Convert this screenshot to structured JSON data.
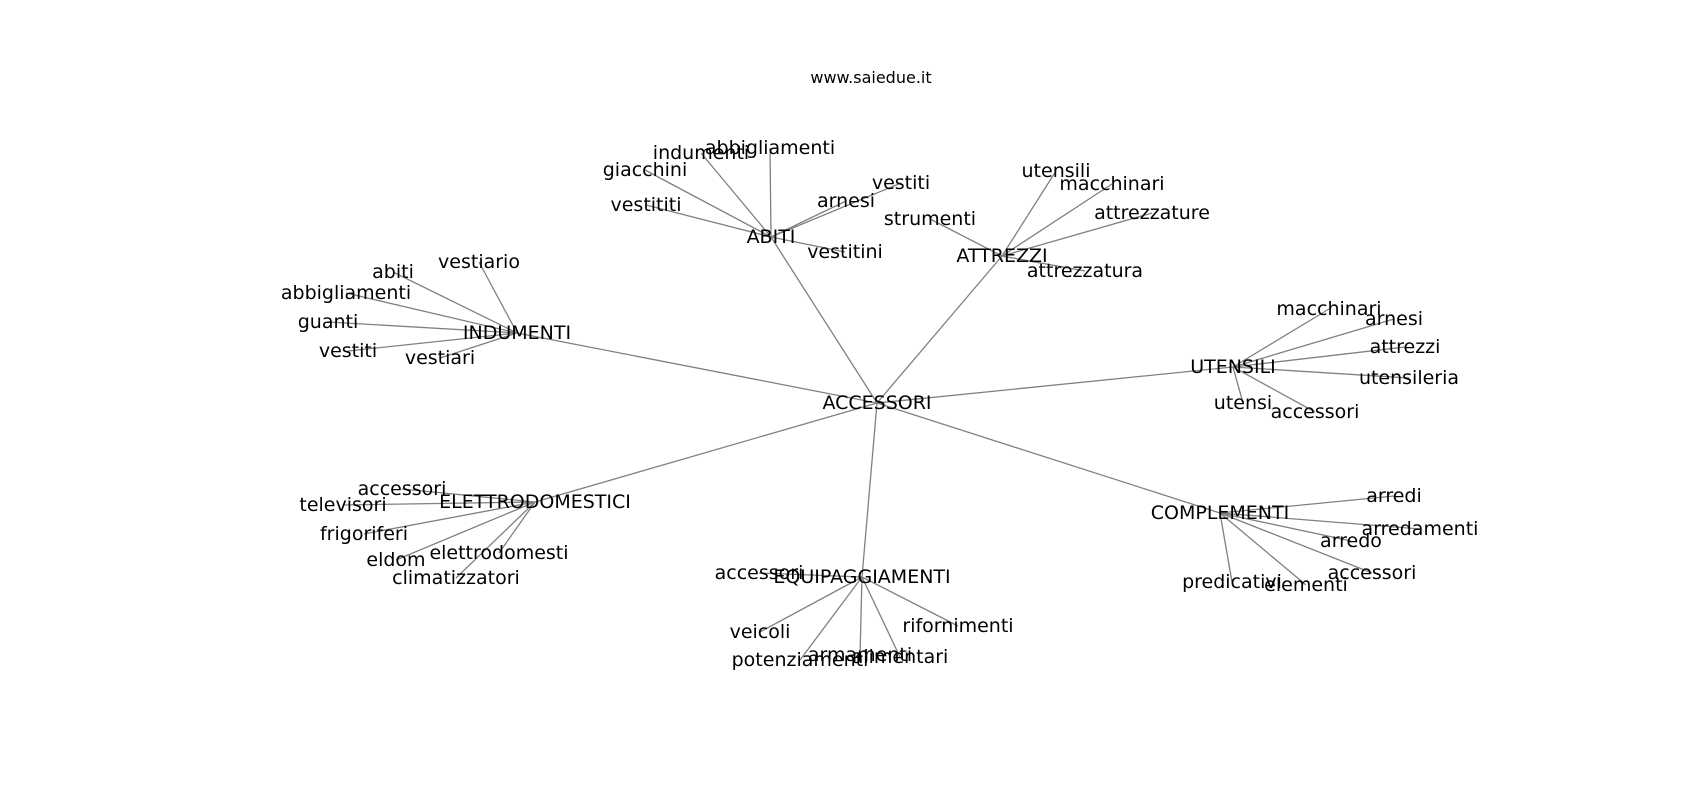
{
  "title": "www.saiedue.it",
  "edge_color": "#808080",
  "text_color": "#000000",
  "background": "#ffffff",
  "root": "ACCESSORI",
  "hubs": [
    {
      "key": "abiti",
      "label": "ABITI",
      "leaves": [
        "indumenti",
        "abbigliamenti",
        "giacchini",
        "vestititi",
        "vestiti",
        "arnesi",
        "vestitini"
      ]
    },
    {
      "key": "attrezzi",
      "label": "ATTREZZI",
      "leaves": [
        "utensili",
        "macchinari",
        "attrezzature",
        "strumenti",
        "attrezzatura"
      ]
    },
    {
      "key": "indumenti",
      "label": "INDUMENTI",
      "leaves": [
        "vestiario",
        "abiti",
        "abbigliamenti",
        "guanti",
        "vestiti",
        "vestiari"
      ]
    },
    {
      "key": "utensili",
      "label": "UTENSILI",
      "leaves": [
        "macchinari",
        "arnesi",
        "attrezzi",
        "utensileria",
        "utensi",
        "accessori"
      ]
    },
    {
      "key": "elettrodomestici",
      "label": "ELETTRODOMESTICI",
      "leaves": [
        "accessori",
        "televisori",
        "frigoriferi",
        "eldom",
        "elettrodomesti",
        "climatizzatori"
      ]
    },
    {
      "key": "equipaggiamenti",
      "label": "EQUIPAGGIAMENTI",
      "leaves": [
        "accessori",
        "veicoli",
        "potenziamenti",
        "armamenti",
        "alimentari",
        "rifornimenti"
      ]
    },
    {
      "key": "complementi",
      "label": "COMPLEMENTI",
      "leaves": [
        "arredi",
        "arredamenti",
        "arredo",
        "accessori",
        "predicativi",
        "elementi"
      ]
    }
  ]
}
